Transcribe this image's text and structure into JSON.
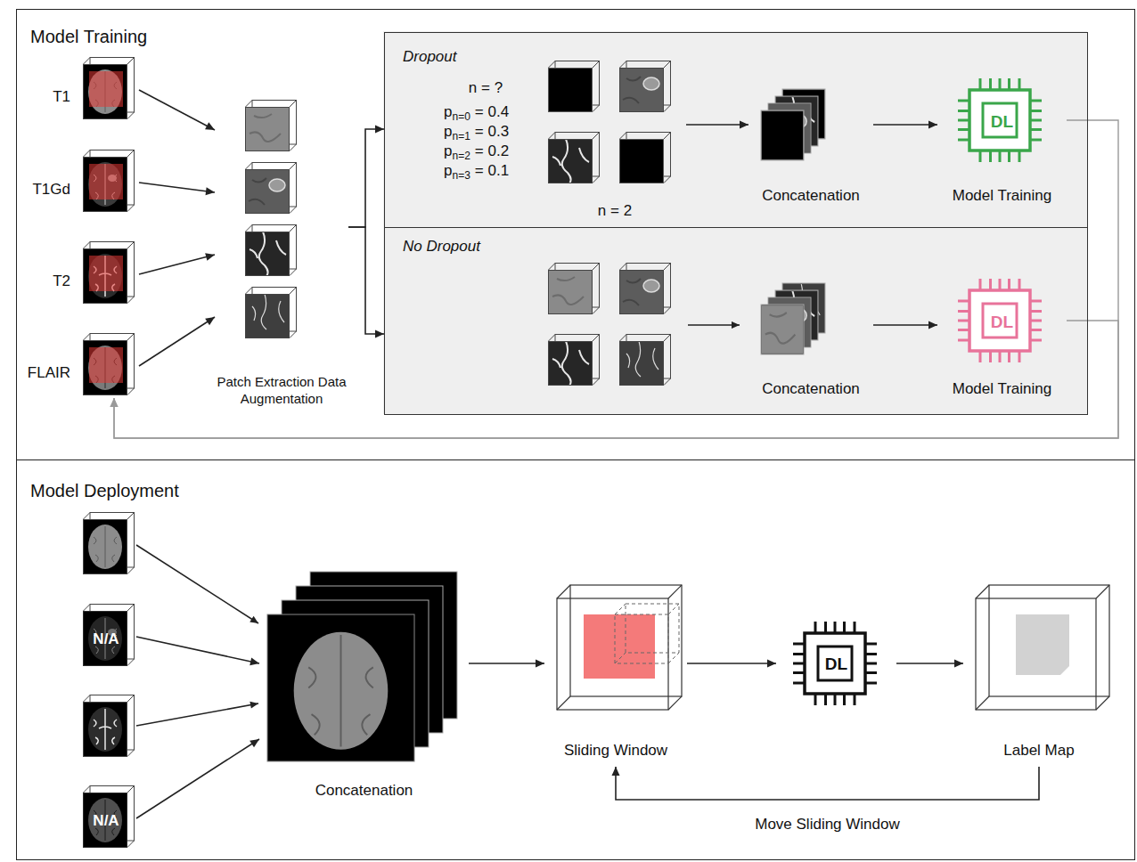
{
  "diagram": {
    "nodes": [
      {
        "text": [
          "Model Training"
        ]
      },
      {
        "text": [
          "T1"
        ],
        "in": 0
      },
      {
        "text": [
          "T1Gd"
        ],
        "in": 0
      },
      {
        "text": [
          "T2"
        ],
        "in": 0
      },
      {
        "text": [
          "FLAIR"
        ],
        "in": 0
      },
      {
        "text": [
          "Patch Extraction Data Augmentation"
        ],
        "in": 0
      },
      {
        "text": [
          "Dropout"
        ],
        "in": 0
      },
      {
        "text": [
          "n = 2"
        ],
        "in": 6
      },
      {
        "text": [
          "Concatenation"
        ],
        "in": 6
      },
      {
        "text": [
          "DL",
          "Model Training"
        ],
        "in": 6
      },
      {
        "text": [
          "No Dropout"
        ],
        "in": 0
      },
      {
        "text": [
          "Concatenation"
        ],
        "in": 10
      },
      {
        "text": [
          "DL",
          "Model Training"
        ],
        "in": 10
      },
      {
        "text": [
          "Model Deployment"
        ]
      },
      {
        "text": [
          "N/A"
        ],
        "in": 13
      },
      {
        "text": [
          "N/A"
        ],
        "in": 13
      },
      {
        "text": [
          "Concatenation"
        ],
        "in": 13
      },
      {
        "text": [
          "Sliding Window"
        ],
        "in": 13
      },
      {
        "text": [
          "DL"
        ],
        "in": 13
      },
      {
        "text": [
          "Label Map"
        ],
        "in": 13
      }
    ],
    "edges": [
      {
        "from": 1,
        "to": 5,
        "arrow": "to"
      },
      {
        "from": 2,
        "to": 5,
        "arrow": "to"
      },
      {
        "from": 3,
        "to": 5,
        "arrow": "to"
      },
      {
        "from": 4,
        "to": 5,
        "arrow": "to"
      },
      {
        "from": 5,
        "to": 6,
        "arrow": "to"
      },
      {
        "from": 5,
        "to": 10,
        "arrow": "to"
      },
      {
        "from": 7,
        "to": 8,
        "arrow": "to"
      },
      {
        "from": 8,
        "to": 9,
        "arrow": "to"
      },
      {
        "from": 11,
        "to": 12,
        "arrow": "to"
      },
      {
        "from": 9,
        "to": 4,
        "arrow": "to"
      },
      {
        "from": 12,
        "to": 4,
        "arrow": "to"
      },
      {
        "from": 14,
        "to": 16,
        "arrow": "to"
      },
      {
        "from": 15,
        "to": 16,
        "arrow": "to"
      },
      {
        "from": 16,
        "to": 17,
        "arrow": "to"
      },
      {
        "from": 17,
        "to": 18,
        "arrow": "to"
      },
      {
        "from": 18,
        "to": 19,
        "arrow": "to"
      },
      {
        "from": 19,
        "to": 17,
        "label": "Move Sliding Window",
        "arrow": "to"
      }
    ],
    "labels": [
      "n = ?",
      "p",
      "n=0",
      "= 0.4",
      "p",
      "n=1",
      "= 0.3",
      "p",
      "n=2",
      "= 0.2",
      "p",
      "n=3",
      "= 0.1"
    ]
  }
}
